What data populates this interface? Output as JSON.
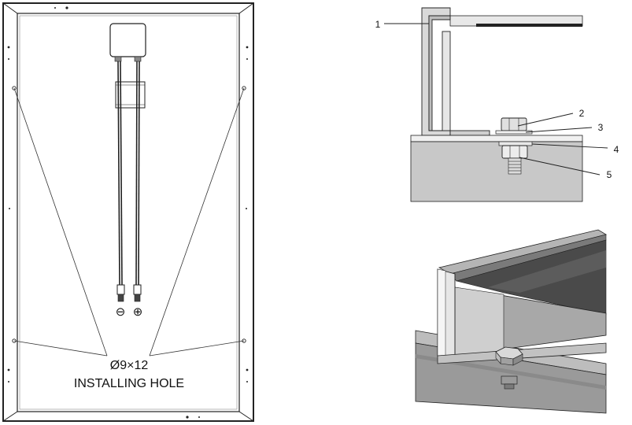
{
  "panel_rear": {
    "hole_spec": "Ø9×12",
    "hole_caption": "INSTALLING HOLE",
    "negative_symbol": "⊖",
    "positive_symbol": "⊕"
  },
  "section_callouts": {
    "c1": "1",
    "c2": "2",
    "c3": "3",
    "c4": "4",
    "c5": "5"
  },
  "colors": {
    "line": "#333333",
    "frame_fill": "#d9d9d9",
    "rail_fill": "#c8c8c8",
    "dark_fill": "#555555",
    "module_glass": "#222222"
  }
}
